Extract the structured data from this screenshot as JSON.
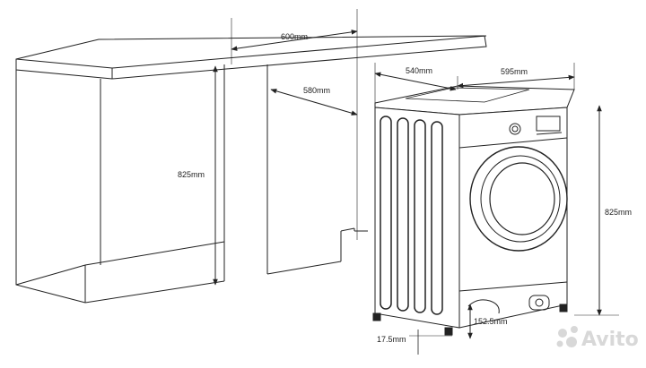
{
  "dimensions": {
    "cabinet_width": "600mm",
    "niche_depth": "580mm",
    "niche_height": "825mm",
    "machine_depth": "540mm",
    "machine_width": "595mm",
    "machine_height": "825mm",
    "plinth_height": "152.5mm",
    "foot_height": "17.5mm"
  },
  "watermark": {
    "text": "Avito"
  },
  "colors": {
    "line": "#222222",
    "watermark": "#d8d8d8"
  }
}
